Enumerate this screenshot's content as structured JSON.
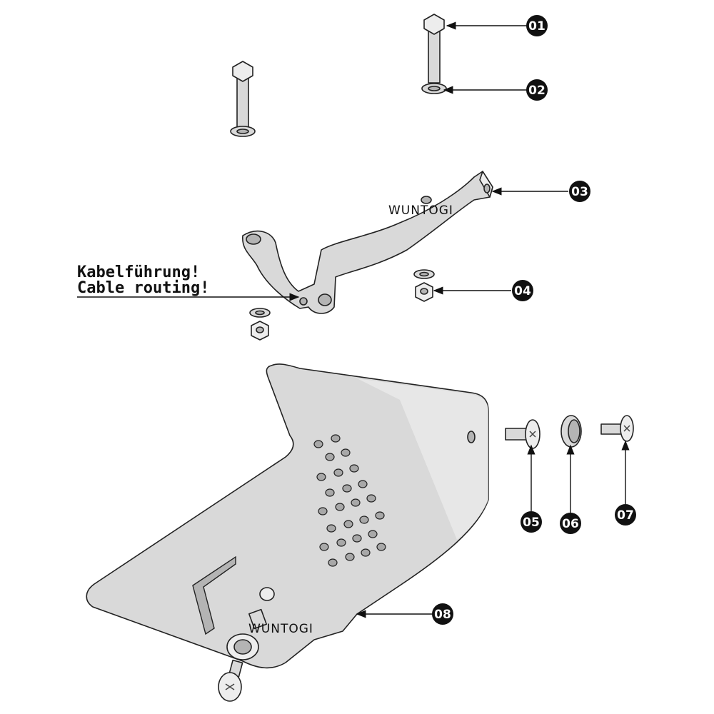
{
  "callouts": [
    {
      "id": "01"
    },
    {
      "id": "02"
    },
    {
      "id": "03"
    },
    {
      "id": "04"
    },
    {
      "id": "05"
    },
    {
      "id": "06"
    },
    {
      "id": "07"
    },
    {
      "id": "08"
    }
  ],
  "warning": {
    "line1": "Kabelführung!",
    "line2": "Cable routing!"
  },
  "watermarks": [
    "WUNTOGI",
    "WUNTOGI"
  ],
  "colors": {
    "metal": "#d9d9d9",
    "outline": "#222222",
    "badge": "#111111"
  }
}
